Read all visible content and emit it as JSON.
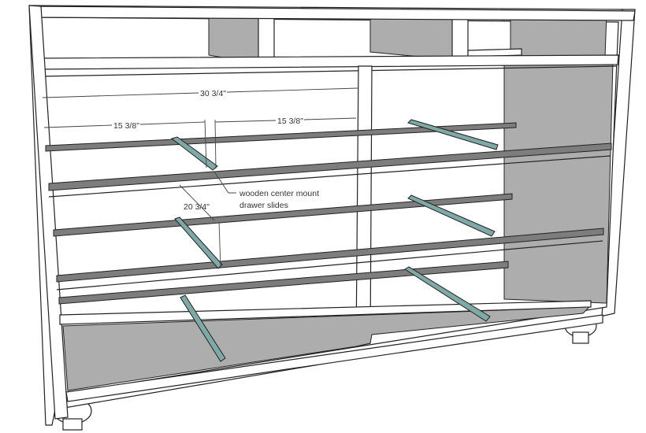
{
  "dimensions": {
    "overall_width": "30 3/4\"",
    "left_width": "15 3/8\"",
    "right_width": "15 3/8\"",
    "drawer_depth": "20 3/4\""
  },
  "annotation": {
    "line1": "wooden center mount",
    "line2": "drawer slides"
  },
  "colors": {
    "panel": "#ffffff",
    "shade": "#adadad",
    "rail": "#7d7d7d",
    "slide": "#7fa9a6"
  }
}
